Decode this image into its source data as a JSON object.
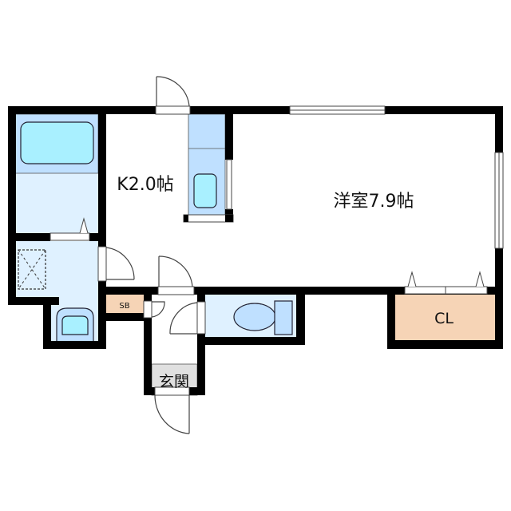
{
  "floor_plan": {
    "type": "apartment-1K",
    "rooms": [
      {
        "id": "western-room",
        "label": "洋室7.9帖",
        "kind": "bedroom",
        "size_jo": 7.9
      },
      {
        "id": "kitchen",
        "label": "K2.0帖",
        "kind": "kitchen",
        "size_jo": 2.0
      },
      {
        "id": "bathroom",
        "label": "",
        "kind": "bath"
      },
      {
        "id": "washroom",
        "label": "",
        "kind": "washroom"
      },
      {
        "id": "toilet",
        "label": "",
        "kind": "toilet"
      },
      {
        "id": "entrance",
        "label": "玄関",
        "kind": "entrance"
      },
      {
        "id": "shoe-box",
        "label": "SB",
        "kind": "storage"
      },
      {
        "id": "closet",
        "label": "CL",
        "kind": "closet"
      }
    ],
    "colors": {
      "wall": "#000000",
      "wet_area": "#dff1ff",
      "fixture": "#bfe0ff",
      "fixture_inner": "#a9f0ff",
      "storage": "#f6d4b6",
      "entrance_floor": "#e0e0e0",
      "background": "#ffffff"
    }
  },
  "labels": {
    "western_room": "洋室7.9帖",
    "kitchen": "K2.0帖",
    "entrance": "玄関",
    "shoe_box": "SB",
    "closet": "CL"
  }
}
